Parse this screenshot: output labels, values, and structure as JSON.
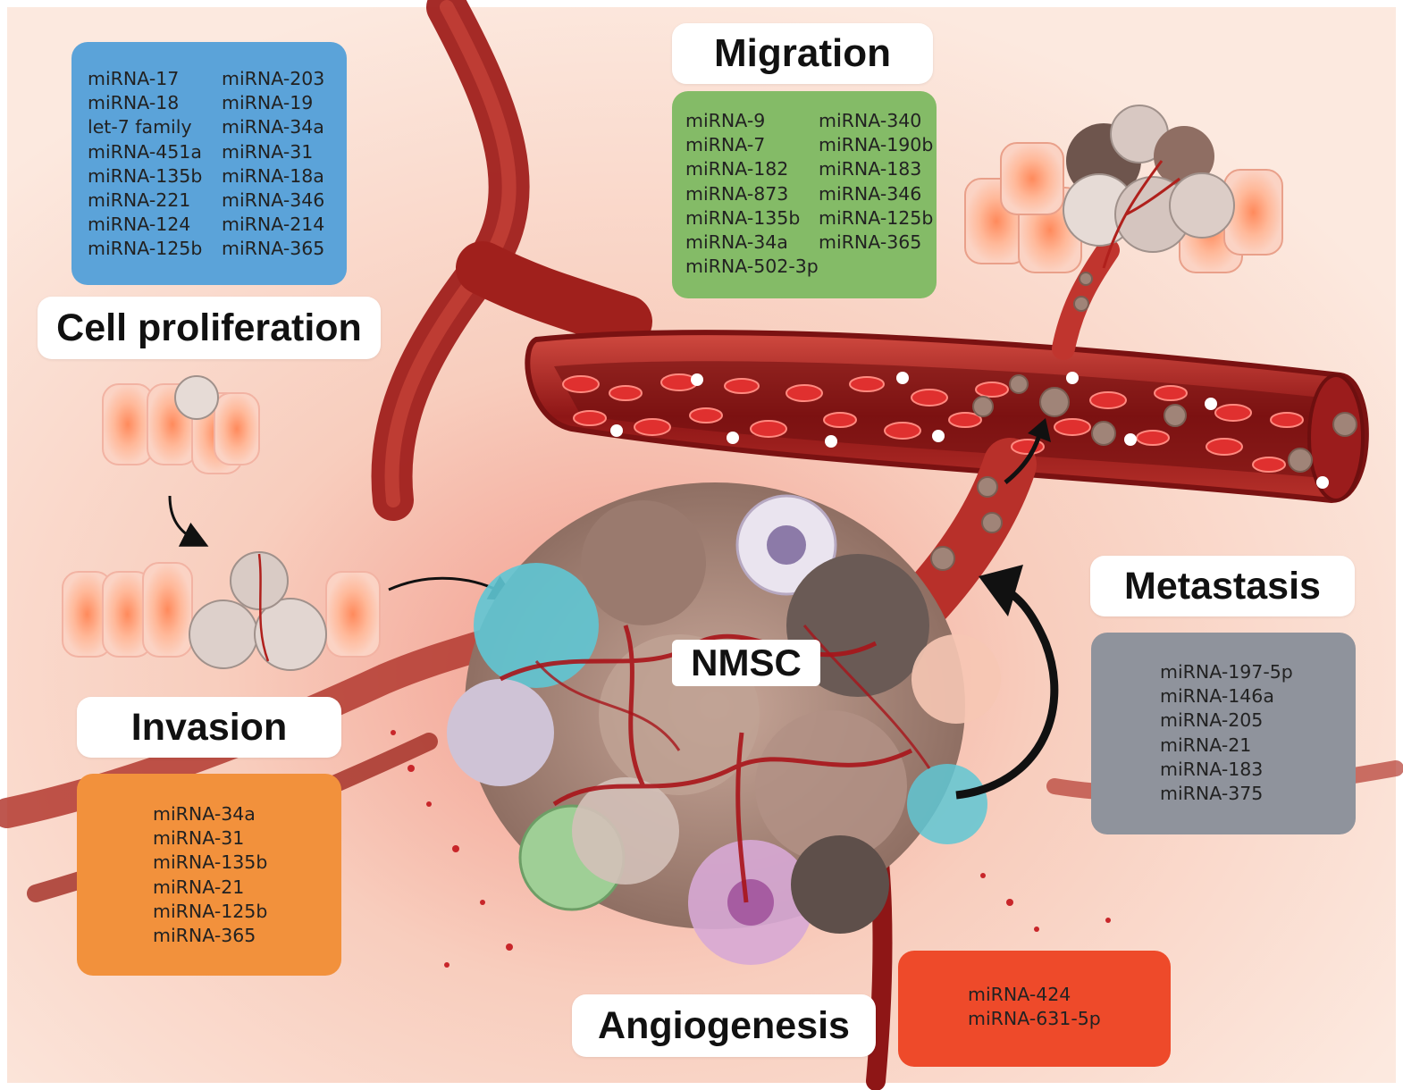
{
  "center": {
    "label": "NMSC"
  },
  "proliferation": {
    "title": "Cell proliferation",
    "color": "#5ba3d9",
    "col1": [
      "miRNA-17",
      "miRNA-18",
      "let-7 family",
      "miRNA-451a",
      "miRNA-135b",
      "miRNA-221",
      "miRNA-124",
      "miRNA-125b"
    ],
    "col2": [
      "miRNA-203",
      "miRNA-19",
      "miRNA-34a",
      "miRNA-31",
      "miRNA-18a",
      "miRNA-346",
      "miRNA-214",
      "miRNA-365"
    ]
  },
  "migration": {
    "title": "Migration",
    "color": "#84bb67",
    "col1": [
      "miRNA-9",
      "miRNA-7",
      "miRNA-182",
      "miRNA-873",
      "miRNA-135b",
      "miRNA-34a",
      "miRNA-502-3p"
    ],
    "col2": [
      "miRNA-340",
      "miRNA-190b",
      "miRNA-183",
      "miRNA-346",
      "miRNA-125b",
      "miRNA-365"
    ]
  },
  "metastasis": {
    "title": "Metastasis",
    "color": "#8f939c",
    "items": [
      "miRNA-197-5p",
      "miRNA-146a",
      "miRNA-205",
      "miRNA-21",
      "miRNA-183",
      "miRNA-375"
    ]
  },
  "invasion": {
    "title": "Invasion",
    "color": "#f2913c",
    "items": [
      "miRNA-34a",
      "miRNA-31",
      "miRNA-135b",
      "miRNA-21",
      "miRNA-125b",
      "miRNA-365"
    ]
  },
  "angiogenesis": {
    "title": "Angiogenesis",
    "color": "#ee4a2a",
    "items": [
      "miRNA-424",
      "miRNA-631-5p"
    ]
  }
}
